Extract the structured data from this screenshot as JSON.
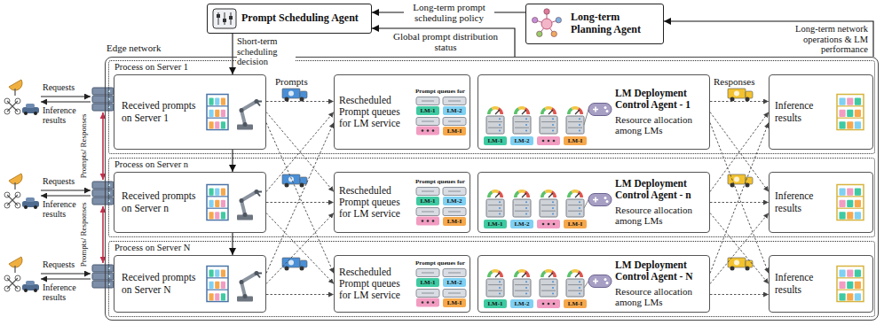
{
  "diagram": {
    "nodes": [
      {
        "text": [
          "Prompt Scheduling Agent"
        ]
      },
      {
        "text": [
          "Long-term Planning Agent"
        ]
      },
      {
        "text": [
          "Edge network"
        ]
      },
      {
        "text": [
          "Process on Server 1"
        ],
        "in": 2
      },
      {
        "text": [
          "Received prompts on Server 1"
        ],
        "in": 3
      },
      {
        "text": [
          "Rescheduled Prompt queues for LM service",
          "Prompt queues for",
          "LM-1",
          "LM-2",
          "LM-I"
        ],
        "in": 3
      },
      {
        "text": [
          "LM Deployment Control Agent - 1",
          "Resource allocation among LMs",
          "LM-1",
          "LM-2",
          "LM-I"
        ],
        "in": 3
      },
      {
        "text": [
          "Inference results"
        ],
        "in": 3
      },
      {
        "text": [
          "Process on Server n"
        ],
        "in": 2
      },
      {
        "text": [
          "Received prompts on Server n"
        ],
        "in": 8
      },
      {
        "text": [
          "Rescheduled Prompt queues for LM service",
          "Prompt queues for",
          "LM-1",
          "LM-2",
          "LM-I"
        ],
        "in": 8
      },
      {
        "text": [
          "LM Deployment Control Agent - n",
          "Resource allocation among LMs",
          "LM-1",
          "LM-2",
          "LM-I"
        ],
        "in": 8
      },
      {
        "text": [
          "Inference results"
        ],
        "in": 8
      },
      {
        "text": [
          "Process on Server N"
        ],
        "in": 2
      },
      {
        "text": [
          "Received prompts on Server N"
        ],
        "in": 13
      },
      {
        "text": [
          "Rescheduled Prompt queues for LM service",
          "Prompt queues for",
          "LM-1",
          "LM-2",
          "LM-I"
        ],
        "in": 13
      },
      {
        "text": [
          "LM Deployment Control Agent - N",
          "Resource allocation among LMs",
          "LM-1",
          "LM-2",
          "LM-I"
        ],
        "in": 13
      },
      {
        "text": [
          "Inference results"
        ],
        "in": 13
      }
    ],
    "edges": [
      {
        "from": 1,
        "to": 0,
        "label": "Long-term prompt scheduling policy",
        "arrow": "to"
      },
      {
        "from": 2,
        "to": 0,
        "label": "Global prompt distribution status",
        "arrow": "to"
      },
      {
        "from": 2,
        "to": 1,
        "label": "Long-term network operations & LM performance",
        "arrow": "to"
      },
      {
        "from": 0,
        "to": 4,
        "label": "Short-term scheduling decision",
        "arrow": "to"
      },
      {
        "from": 4,
        "to": 9,
        "arrow": "to"
      },
      {
        "from": 9,
        "to": 14,
        "arrow": "to"
      },
      {
        "from": 4,
        "to": 5,
        "arrow": "to"
      },
      {
        "from": 4,
        "to": 10,
        "arrow": "to"
      },
      {
        "from": 4,
        "to": 15,
        "arrow": "to"
      },
      {
        "from": 9,
        "to": 5,
        "arrow": "to"
      },
      {
        "from": 9,
        "to": 10,
        "arrow": "to"
      },
      {
        "from": 9,
        "to": 15,
        "arrow": "to"
      },
      {
        "from": 14,
        "to": 5,
        "arrow": "to"
      },
      {
        "from": 14,
        "to": 10,
        "arrow": "to"
      },
      {
        "from": 14,
        "to": 15,
        "arrow": "to"
      },
      {
        "from": 6,
        "to": 7,
        "arrow": "to"
      },
      {
        "from": 6,
        "to": 12,
        "arrow": "to"
      },
      {
        "from": 6,
        "to": 17,
        "arrow": "to"
      },
      {
        "from": 11,
        "to": 7,
        "arrow": "to"
      },
      {
        "from": 11,
        "to": 12,
        "arrow": "to"
      },
      {
        "from": 11,
        "to": 17,
        "arrow": "to"
      },
      {
        "from": 16,
        "to": 7,
        "arrow": "to"
      },
      {
        "from": 16,
        "to": 12,
        "arrow": "to"
      },
      {
        "from": 16,
        "to": 17,
        "arrow": "to"
      }
    ],
    "labels": [
      "Prompts",
      "Responses",
      "Requests",
      "Inference results",
      "Prompts/ Responses",
      "Requests",
      "Inference results",
      "Prompts/ Responses",
      "Requests",
      "Inference results"
    ]
  }
}
